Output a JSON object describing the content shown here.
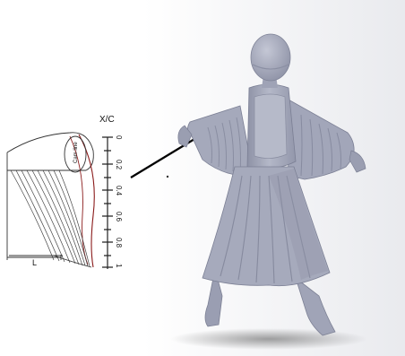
{
  "figure": {
    "axis_title": "X/C",
    "tick_labels": [
      "0",
      "0.2",
      "0.4",
      "0.6",
      "0.8",
      "1"
    ],
    "inner_label": "Cam line",
    "span_label": "L",
    "figure_bg": "#ffffff",
    "figure_stroke": "#333333",
    "profile_red": "#8a1a1a",
    "model_color": "#a7abbd"
  }
}
